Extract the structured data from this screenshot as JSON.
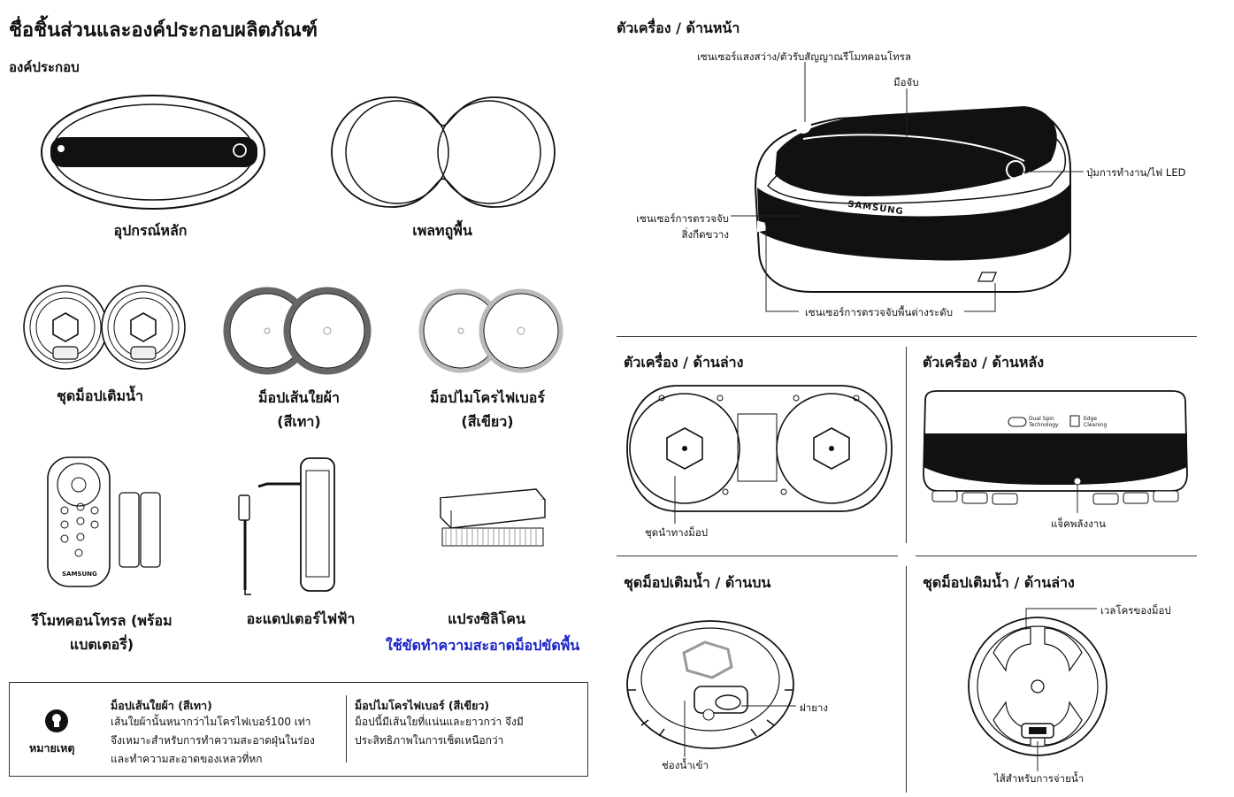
{
  "title": "ชื่อชิ้นส่วนและองค์ประกอบผลิตภัณฑ์",
  "components_heading": "องค์ประกอบ",
  "components": {
    "main_unit": "อุปกรณ์หลัก",
    "plate": "เพลทถูพื้น",
    "mop_set": "ชุดม็อปเติมน้ำ",
    "cloth_mop": "ม็อปเส้นใยผ้า\n(สีเทา)",
    "micro_mop": "ม็อปไมโครไฟเบอร์\n(สีเขียว)",
    "remote": "รีโมทคอนโทรล (พร้อม\nแบตเตอรี่)",
    "adapter": "อะแดปเตอร์ไฟฟ้า",
    "brush": "แปรงซิลิโคน",
    "brush_note": "ใช้ขัดทำความสะอาดม็อปขัดพื้น"
  },
  "remote_brand": "SAMSUNG",
  "note": {
    "label": "หมายเหตุ",
    "col1_title": "ม็อปเส้นใยผ้า (สีเทา)",
    "col1_text": "เส้นใยผ้านั้นหนากว่าไมโครไฟเบอร์100 เท่า\nจึงเหมาะสำหรับการทำความสะอาดฝุ่นในร่อง\nและทำความสะอาดของเหลวที่หก",
    "col2_title": "ม็อปไมโครไฟเบอร์ (สีเขียว)",
    "col2_text": "ม็อปนี้มีเส้นใยที่แน่นและยาวกว่า จึงมี\nประสิทธิภาพในการเช็ดเหนือกว่า"
  },
  "front": {
    "title": "ตัวเครื่อง / ด้านหน้า",
    "brand": "SAMSUNG",
    "labels": {
      "light_sensor": "เซนเซอร์แสงสว่าง/ตัวรับสัญญาณรีโมทคอนโทรล",
      "handle": "มือจับ",
      "power_button": "ปุ่มการทำงาน/ไฟ LED",
      "obstacle_sensor": "เซนเซอร์การตรวจจับ\nสิ่งกีดขวาง",
      "cliff_sensor": "เซนเซอร์การตรวจจับพื้นต่างระดับ"
    }
  },
  "bottom": {
    "title": "ตัวเครื่อง / ด้านล่าง",
    "mop_guide": "ชุดนำทางม็อป"
  },
  "back": {
    "title": "ตัวเครื่อง / ด้านหลัง",
    "badge1": "Dual Spin\nTechnology",
    "badge2": "Edge\nCleaning",
    "power_jack": "แจ็คพลังงาน"
  },
  "mop_top": {
    "title": "ชุดม็อปเติมน้ำ / ด้านบน",
    "rubber_cap": "ฝายาง",
    "water_inlet": "ช่องน้ำเข้า"
  },
  "mop_bottom": {
    "title": "ชุดม็อปเติมน้ำ / ด้านล่าง",
    "velcro": "เวลโครของม็อป",
    "water_outlet": "ไส้สำหรับการจ่ายน้ำ"
  }
}
